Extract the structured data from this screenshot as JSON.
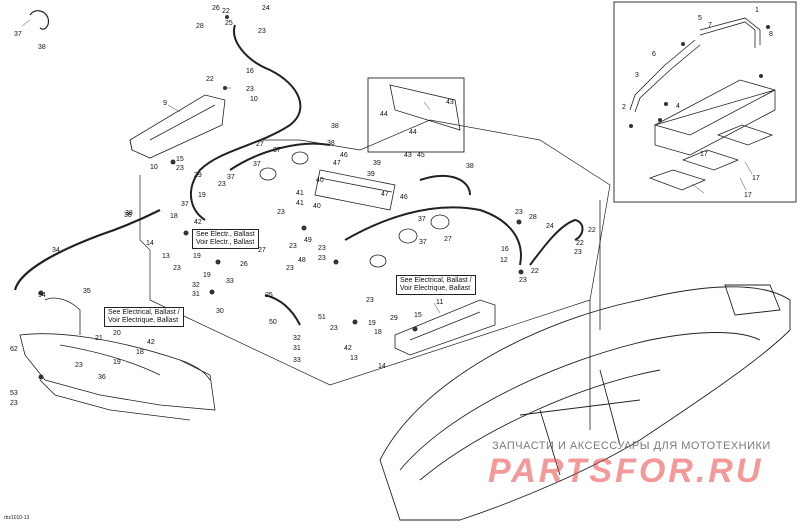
{
  "watermark": {
    "top_line": "ЗАПЧАСТИ И АКСЕССУАРЫ ДЛЯ МОТОТЕХНИКИ",
    "brand": "PARTSFOR.RU",
    "brand_color": "#eb4646"
  },
  "doc_id": "rbz1010-13",
  "notes": {
    "ballast_top": [
      "See Electr., Ballast",
      "Voir Electr., Ballast"
    ],
    "ballast_mid": [
      "See Electrical, Ballast /",
      "Voir Electrique, Ballast"
    ],
    "ballast_left": [
      "See Electrical, Ballast /",
      "Voir Electrique, Ballast"
    ]
  },
  "callouts": {
    "c37a": "37",
    "c38a": "38",
    "c26a": "26",
    "c22a": "22",
    "c24a": "24",
    "c28a": "28",
    "c25a": "25",
    "c23a": "23",
    "c16a": "16",
    "c22b": "22",
    "c23b": "23",
    "c10a": "10",
    "c9": "9",
    "c27a": "27",
    "c38b": "38",
    "c37b": "37",
    "c37c": "37",
    "c38c": "38",
    "c46a": "46",
    "c47a": "47",
    "c39a": "39",
    "c10b": "10",
    "c15a": "15",
    "c23c": "23",
    "c29a": "29",
    "c37d": "37",
    "c19a": "19",
    "c23d": "23",
    "c41a": "41",
    "c40a": "40",
    "c39b": "39",
    "c41b": "41",
    "c18a": "18",
    "c42a": "42",
    "c37e": "37",
    "c47b": "47",
    "c46b": "46",
    "c38d": "38",
    "c14a": "14",
    "c13a": "13",
    "c19b": "19",
    "c23e": "23",
    "c49a": "49",
    "c23f": "23",
    "c48a": "48",
    "c23g": "23",
    "c26b": "26",
    "c27b": "27",
    "c32a": "32",
    "c31a": "31",
    "c33a": "33",
    "c30a": "30",
    "c25b": "25",
    "c50": "50",
    "c51": "51",
    "c32b": "32",
    "c31b": "31",
    "c33b": "33",
    "c34": "34",
    "c54": "54",
    "c35": "35",
    "c20": "20",
    "c21": "21",
    "c62": "62",
    "c23h": "23",
    "c19c": "19",
    "c18b": "18",
    "c42b": "42",
    "c36": "36",
    "c53": "53",
    "c23i": "23",
    "c43": "43",
    "c44a": "44",
    "c44b": "44",
    "c43b": "43",
    "c45": "45",
    "c38e": "38",
    "c11": "11",
    "c23j": "23",
    "c28b": "28",
    "c24b": "24",
    "c22c": "22",
    "c16b": "16",
    "c12": "12",
    "c22d": "22",
    "c23k": "23",
    "c15b": "15",
    "c29b": "29",
    "c19d": "19",
    "c18c": "18",
    "c42c": "42",
    "c13b": "13",
    "c14b": "14",
    "c37f": "37",
    "c37g": "37",
    "c27c": "27",
    "c1": "1",
    "c8": "8",
    "c5": "5",
    "c7": "7",
    "c6": "6",
    "c3": "3",
    "c2": "2",
    "c4": "4",
    "c17a": "17",
    "c17b": "17",
    "c17c": "17",
    "c23l": "23",
    "c23m": "23",
    "c23n": "23",
    "c23o": "23",
    "c19e": "19",
    "c23p": "23",
    "c22e": "22",
    "c23q": "23",
    "c38f": "38"
  }
}
